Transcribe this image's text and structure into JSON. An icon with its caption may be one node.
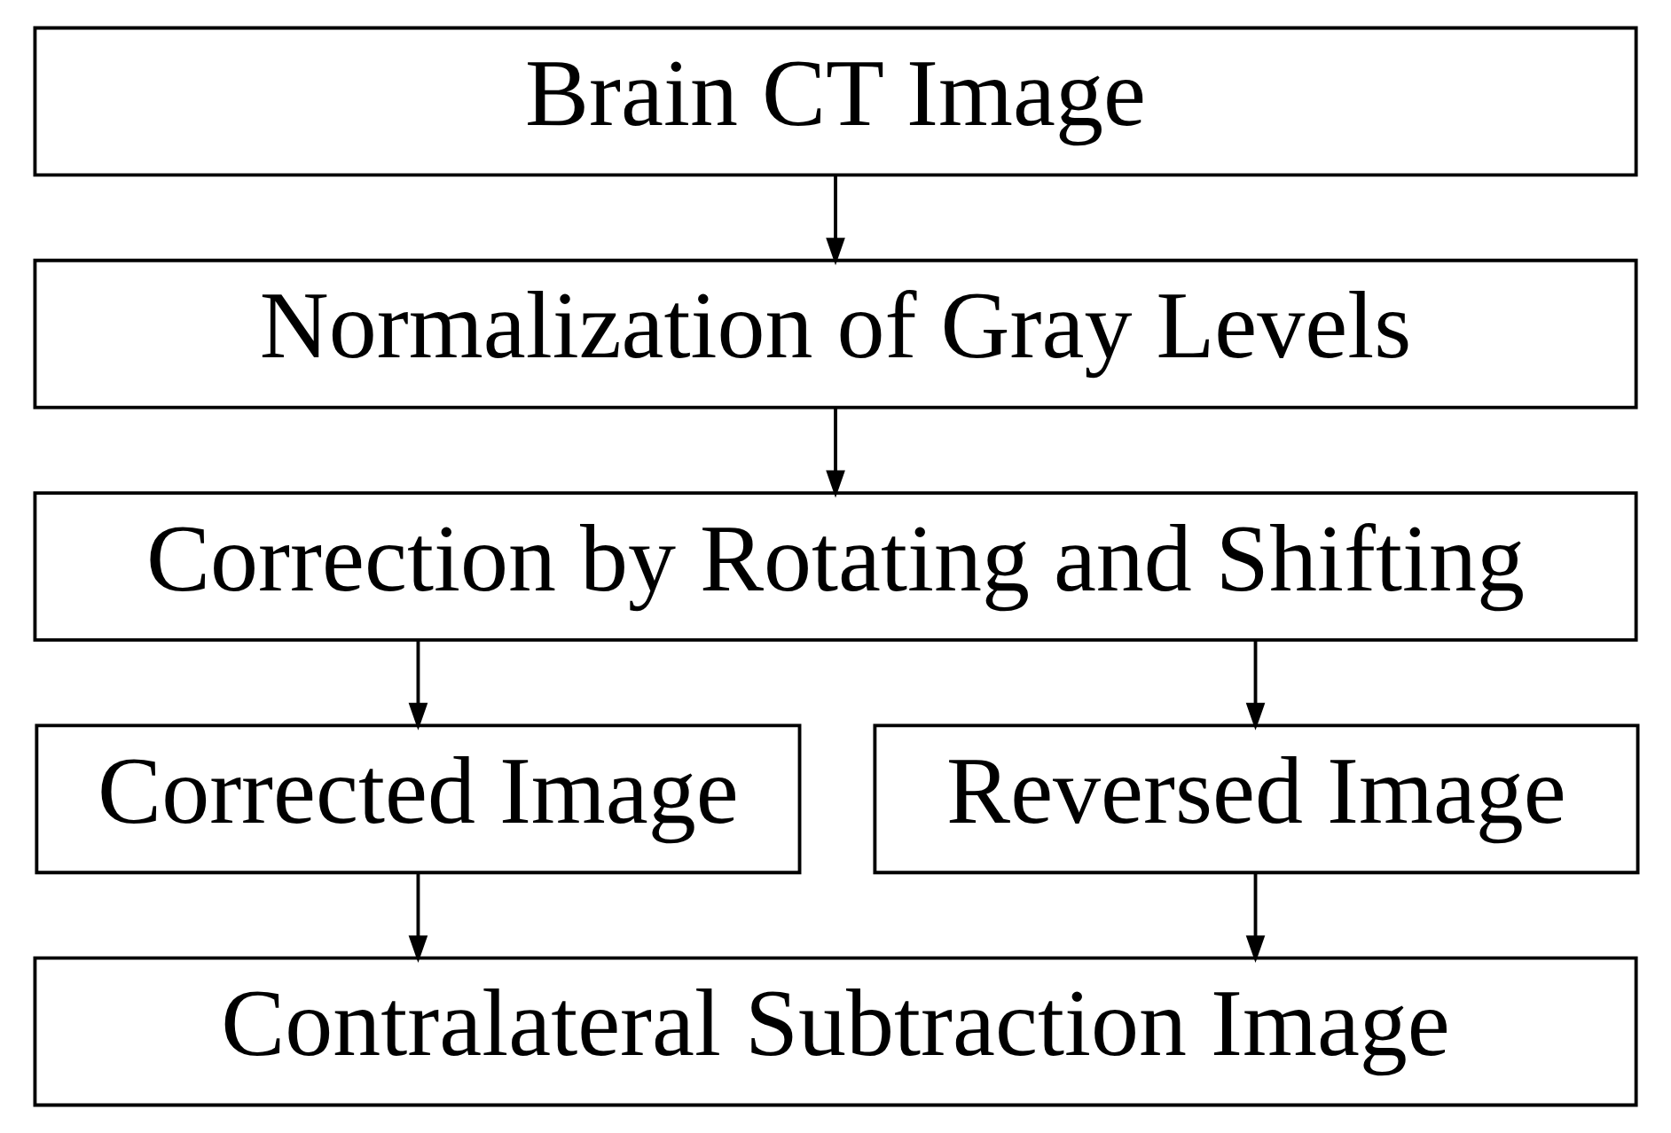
{
  "diagram": {
    "nodes": [
      {
        "text": [
          "Brain CT Image"
        ]
      },
      {
        "text": [
          "Normalization of Gray Levels"
        ]
      },
      {
        "text": [
          "Correction by Rotating and Shifting"
        ]
      },
      {
        "text": [
          "Corrected Image"
        ]
      },
      {
        "text": [
          "Reversed Image"
        ]
      },
      {
        "text": [
          "Contralateral Subtraction Image"
        ]
      }
    ],
    "edges": [
      {
        "from": 0,
        "to": 1,
        "arrow": "to"
      },
      {
        "from": 1,
        "to": 2,
        "arrow": "to"
      },
      {
        "from": 2,
        "to": 3,
        "arrow": "to"
      },
      {
        "from": 2,
        "to": 4,
        "arrow": "to"
      },
      {
        "from": 3,
        "to": 5,
        "arrow": "to"
      },
      {
        "from": 4,
        "to": 5,
        "arrow": "to"
      }
    ]
  }
}
